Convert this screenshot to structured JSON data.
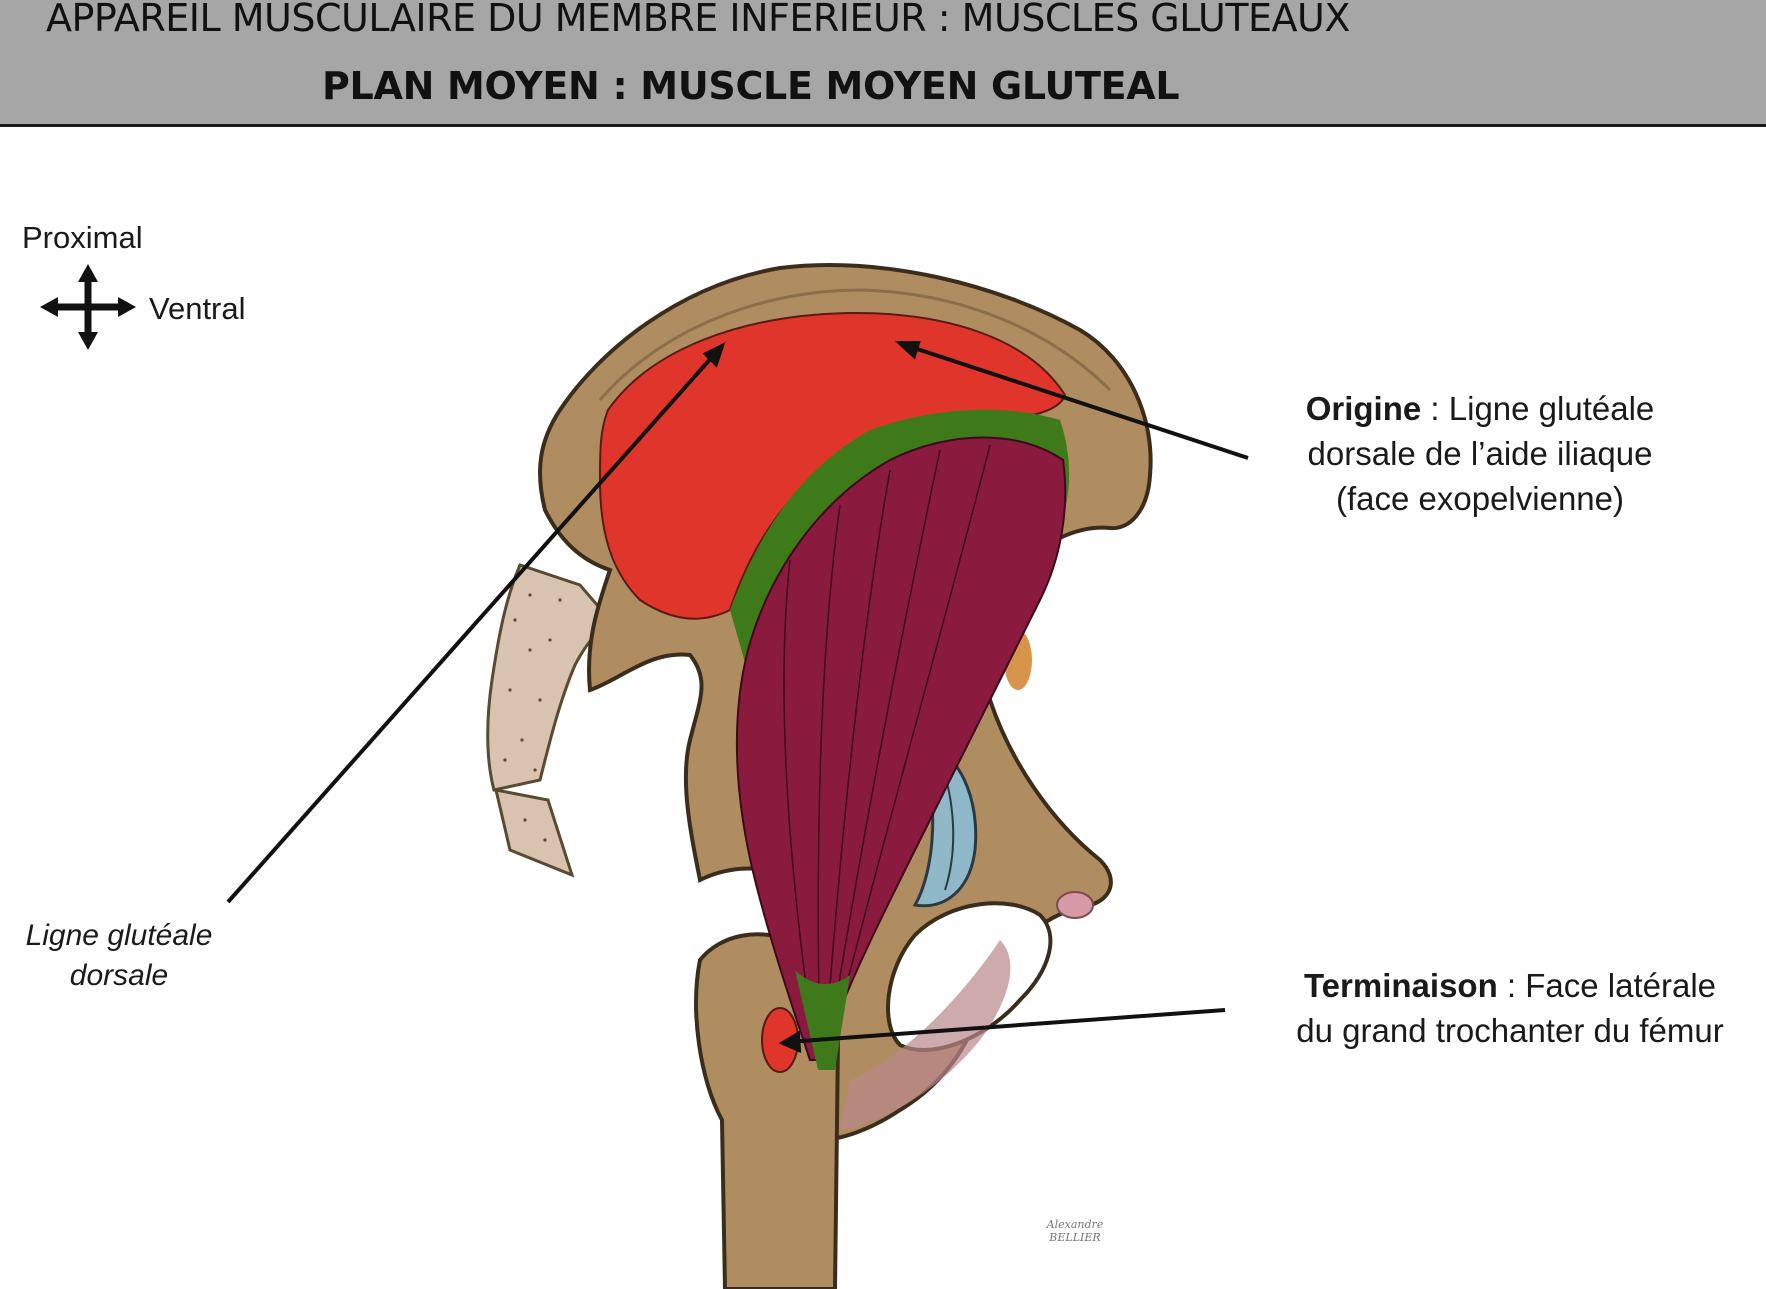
{
  "header": {
    "title": "APPAREIL MUSCULAIRE DU MEMBRE INFERIEUR : MUSCLES GLUTEAUX",
    "subtitle": "PLAN MOYEN : MUSCLE MOYEN GLUTEAL"
  },
  "orientation": {
    "proximal_label": "Proximal",
    "ventral_label": "Ventral"
  },
  "annotations": {
    "ligne_line1": "Ligne glutéale",
    "ligne_line2": "dorsale",
    "origine_term": "Origine",
    "origine_line1_rest": " : Ligne glutéale",
    "origine_line2": "dorsale de l’aide iliaque",
    "origine_line3": "(face exopelvienne)",
    "terminaison_term": "Terminaison",
    "terminaison_line1_rest": " : Face latérale",
    "terminaison_line2": "du grand trochanter du fémur"
  },
  "signature": {
    "line1": "Alexandre",
    "line2": "BELLIER"
  },
  "colors": {
    "bone": "#b08d61",
    "bone_outline": "#5a4a32",
    "muscle_origin": "#e0352b",
    "muscle_belly": "#8b1a3f",
    "tendon": "#3f7a1a",
    "cartilage": "#8fb8c8",
    "sacrum": "#d8c3b0"
  }
}
